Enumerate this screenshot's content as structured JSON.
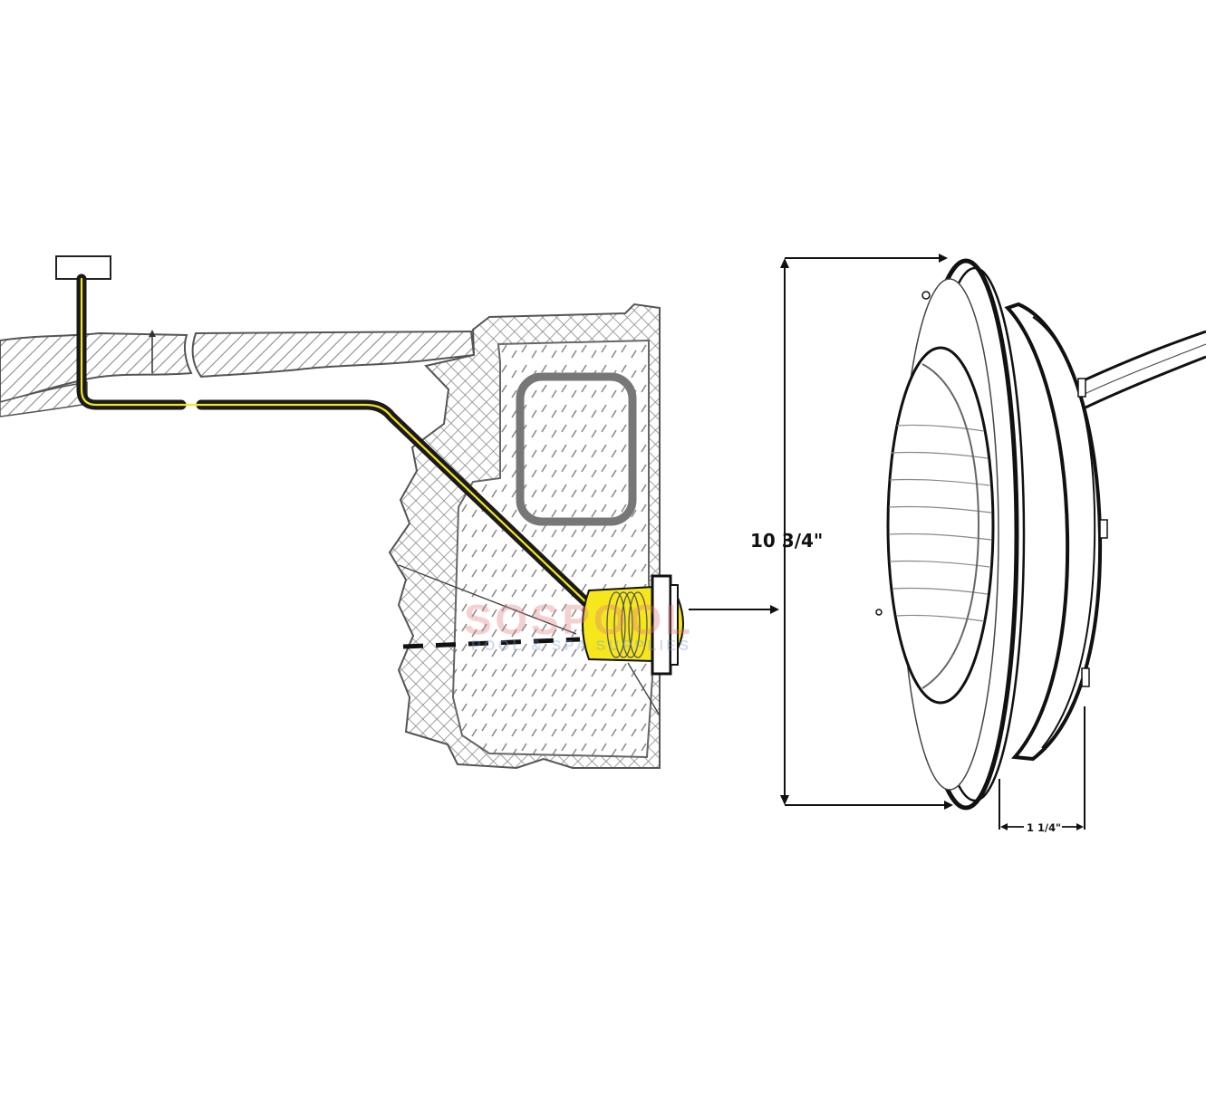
{
  "dimensions": {
    "diameter": "10 3/4\"",
    "depth": "1 1/4\""
  },
  "watermark": {
    "brand": "SOSPOOL",
    "tagline": "POOL & SPA SUPPLIES"
  },
  "colors": {
    "background": "#ffffff",
    "highlight": "#f5e71c",
    "outline": "#111111",
    "concrete": "#9a9a9a",
    "conduit": "#1a1a1a"
  }
}
